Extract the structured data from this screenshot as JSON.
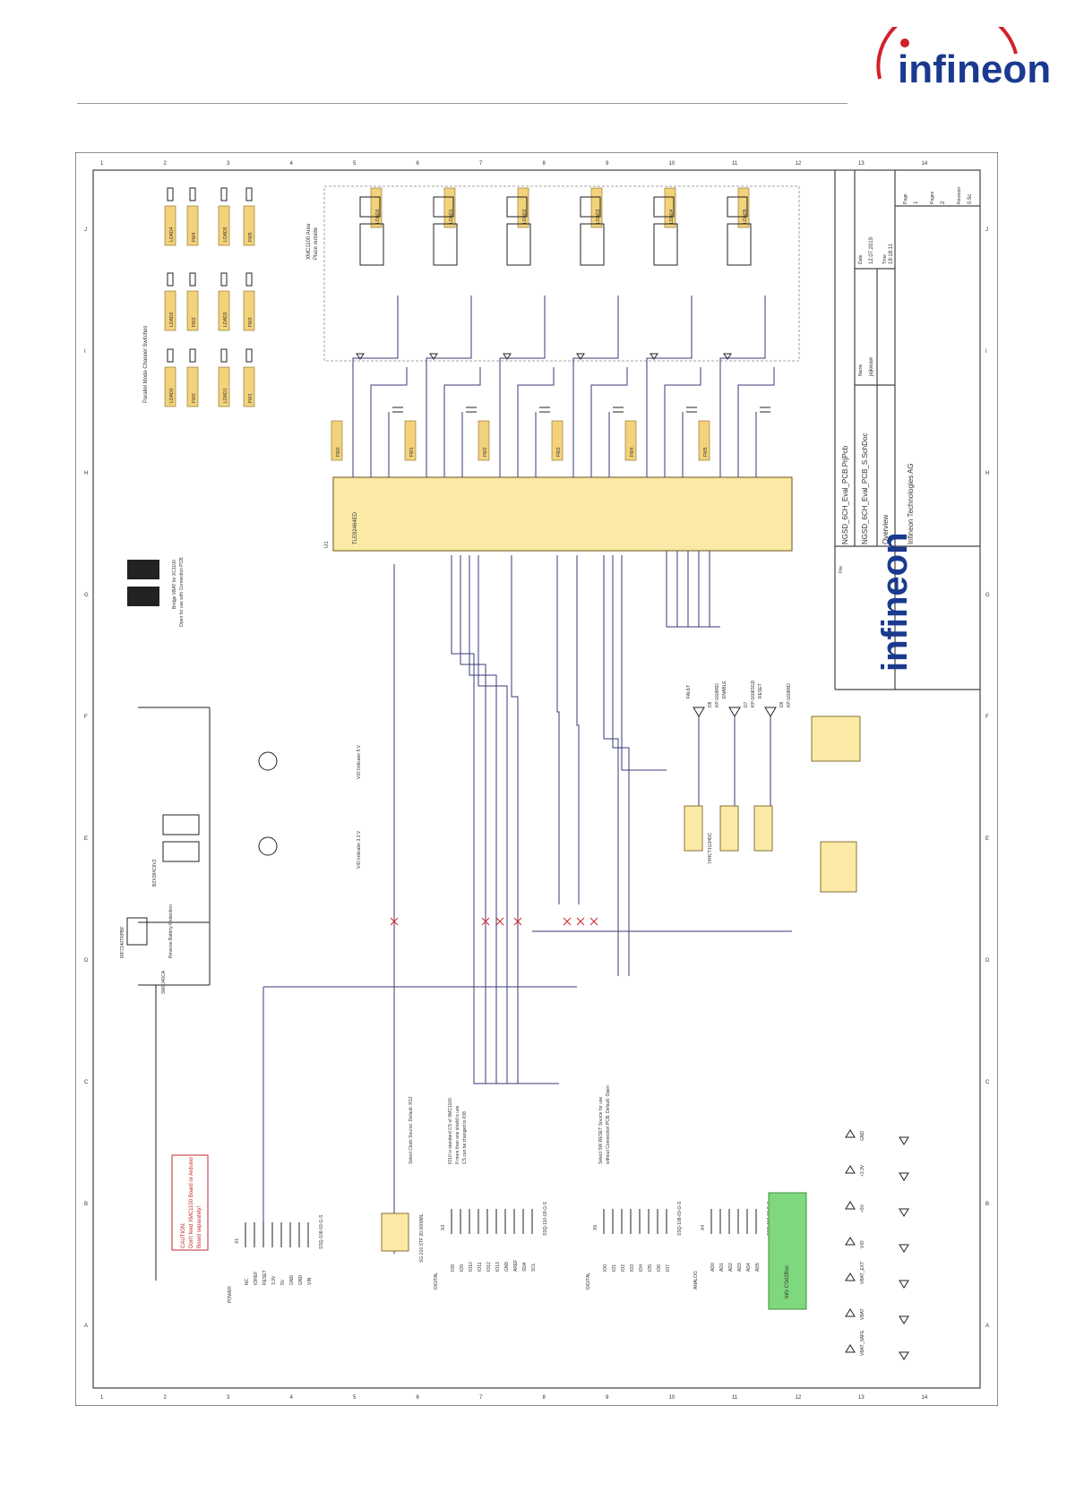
{
  "brand": {
    "name": "infineon",
    "color": "#1a3a8f",
    "accent": "#d0222a"
  },
  "title_block": {
    "project": "NGSD_6CH_Eval_PCB.PrjPcb",
    "sheet_file": "NGSD_6CH_Eval_PCB_S.SchDoc",
    "sheet_title": "Overview",
    "company": "Infineon Technologies AG",
    "page_label": "Page",
    "page": "1",
    "pages_label": "Pages",
    "pages": "2",
    "revision_label": "Revision",
    "revision": "0.5c",
    "name_label": "Name",
    "name": "jejkwaw",
    "date_label": "Date",
    "date": "12.07.2019",
    "time_label": "Time",
    "time": "19:18:11",
    "file_label": "File"
  },
  "main_ic": {
    "ref": "U1",
    "part": "TLE92464ED"
  },
  "col_letters": [
    "A",
    "B",
    "C",
    "D",
    "E",
    "F",
    "G",
    "H",
    "I",
    "J"
  ],
  "row_numbers": [
    "1",
    "2",
    "3",
    "4",
    "5",
    "6",
    "7",
    "8",
    "9",
    "10",
    "11",
    "12",
    "13",
    "14"
  ],
  "net_labels": {
    "load_outputs": [
      "LOAD0",
      "LOAD1",
      "LOAD2",
      "LOAD3",
      "LOAD4",
      "LOAD5"
    ],
    "fw_outputs": [
      "FW0",
      "FW1",
      "FW2",
      "FW3",
      "FW4",
      "FW5"
    ],
    "parallel_loads": [
      "LOAD4",
      "LOAD5",
      "LOAD2",
      "LOAD3",
      "LOAD0",
      "LOAD1"
    ],
    "parallel_fw": [
      "FW4",
      "FW5",
      "FW2",
      "FW3",
      "FW0",
      "FW1"
    ],
    "supply_nets": [
      "VBAT_SAFE",
      "VBAT",
      "VBAT_EXT",
      "VIO",
      "+5V",
      "+3.3V",
      "GND"
    ]
  },
  "annotations": {
    "parallel_switches": "Parallel Mode Channel Switches",
    "place_outside": "Place outside",
    "place_outside_2": "XMC1100 Area",
    "reverse_protection": "Reverse Battery Protection",
    "bridge_vbat": "Bridge VBAT for XC1100",
    "bridge_vbat_2": "Open for use with Connection PCB",
    "vio_indicator_5v": "VIO Indicator 5 V",
    "vio_indicator_33v": "VIO Indicator 3.3 V",
    "caution": "CAUTION:",
    "caution_2": "Don't feed XMC1100 Board or Arduino",
    "caution_3": "Board separately!",
    "clock_select": "Select Clock Source: Default: R12",
    "cs_note": "IO10 is standard CS of XMC1100",
    "cs_note_2": "If more than one shield is use",
    "cs_note_3": "CS can be changed to IO8",
    "sw_note": "Select SW RESET Source for use",
    "sw_note_2": "without Connection PCB, Default: Open",
    "info_box": "Info CSd2Boc"
  },
  "leds": [
    {
      "ref": "D8",
      "part": "KP-1608RD",
      "color": "red",
      "label": "FAULT"
    },
    {
      "ref": "D7",
      "part": "KP-1608SGD",
      "color": "green",
      "label": "ENABLE"
    },
    {
      "ref": "D6",
      "part": "KP-1608RD",
      "color": "red",
      "label": "RESET"
    }
  ],
  "headers": {
    "x1": {
      "ref": "X1",
      "part": "SSQ-108-03-G-S",
      "label": "POWER",
      "pins": [
        "NC",
        "IOREF",
        "RESET",
        "3.3V",
        "5V",
        "GND",
        "GND",
        "VIN"
      ]
    },
    "x3": {
      "ref": "X3",
      "part": "SSQ-110-03-G-S",
      "label": "DIGITAL",
      "pins": [
        "IO8",
        "IO9",
        "IO10",
        "IO11",
        "IO12",
        "IO13",
        "GND",
        "AREF",
        "SDA",
        "SCL"
      ]
    },
    "x5": {
      "ref": "X5",
      "part": "SSQ-108-03-G-S",
      "label": "DIGITAL",
      "pins": [
        "IO0",
        "IO1",
        "IO2",
        "IO3",
        "IO4",
        "IO5",
        "IO6",
        "IO7"
      ]
    },
    "x4": {
      "ref": "X4",
      "part": "SSQ-106-03-G-S",
      "label": "ANALOG",
      "pins": [
        "AD0",
        "AD1",
        "AD2",
        "AD3",
        "AD4",
        "AD5"
      ]
    }
  },
  "misc_parts": {
    "t1": "IRF7240TRPBF",
    "d1": "SMCJ40CA",
    "d2": "BZX384C6V2",
    "osc": "SG-210 STF 20.0000ML",
    "buffers": "74HCT1G34DC"
  }
}
